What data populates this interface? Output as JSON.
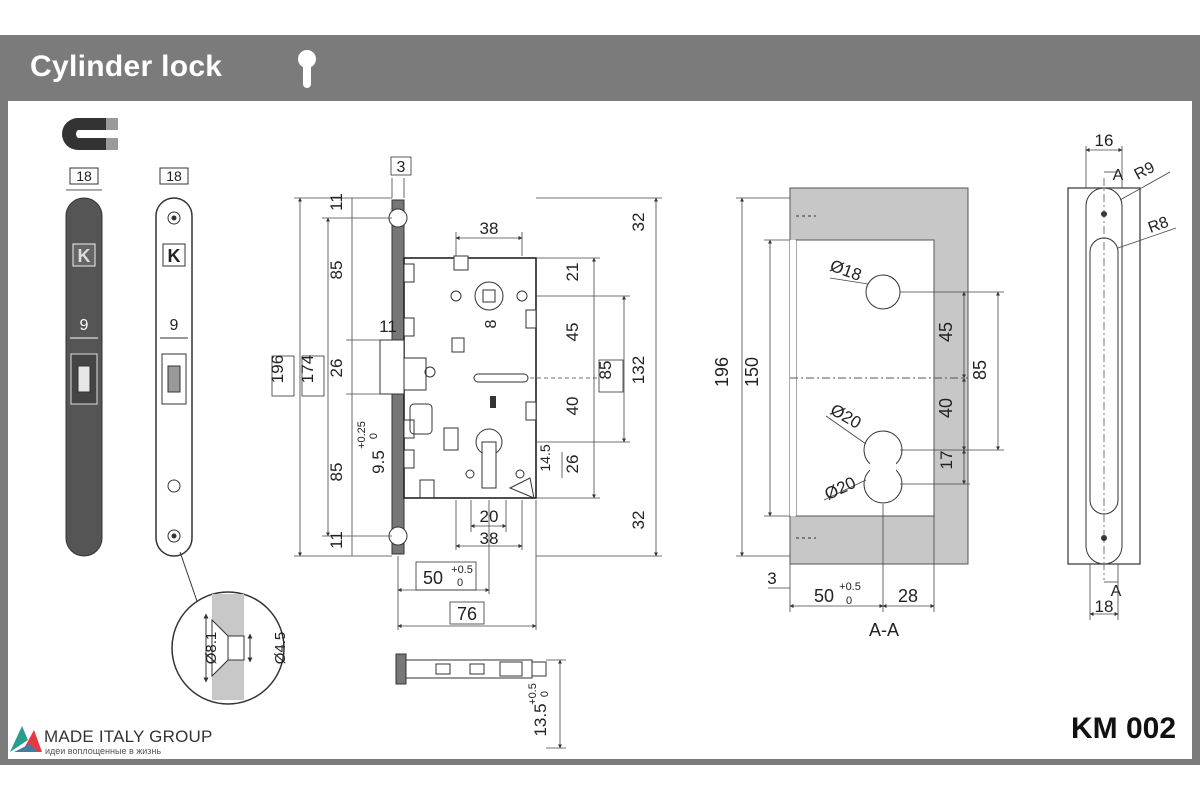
{
  "header": {
    "title": "Cylinder lock"
  },
  "footer": {
    "model": "KM 002",
    "brand": "MADE ITALY GROUP",
    "tagline": "идеи воплощенные в жизнь"
  },
  "dimensions": {
    "front_width_a": "18",
    "front_width_b": "18",
    "latch_width_a": "9",
    "latch_width_b": "9",
    "screw_hole_big": "Ø8.1",
    "screw_hole_small": "Ø4.5",
    "faceplate_thickness": "3",
    "square_hole_spacing": "38",
    "total_height_outer": "196",
    "total_height_inner": "174",
    "top_margin": "11",
    "upper_section": "85",
    "latch_height": "26",
    "lower_section": "85",
    "bottom_margin": "11",
    "latch_offset": "11",
    "square_size": "8",
    "right_top": "32",
    "right_21": "21",
    "right_45": "45",
    "right_85_boxed": "85",
    "right_132": "132",
    "right_40": "40",
    "right_26": "26",
    "right_14_5": "14.5",
    "right_bottom": "32",
    "cylinder_offset": "9.5",
    "cylinder_tol_plus": "+0.25",
    "cylinder_tol_zero": "0",
    "cyl_20": "20",
    "cyl_38": "38",
    "backset": "50",
    "backset_tol_plus": "+0.5",
    "backset_tol_zero": "0",
    "body_width": "76",
    "bolt_throw": "13.5",
    "bolt_tol_plus": "+0.5",
    "bolt_tol_zero": "0",
    "section_196": "196",
    "section_150": "150",
    "section_d18": "Ø18",
    "section_d20_a": "Ø20",
    "section_d20_b": "Ø20",
    "section_45": "45",
    "section_85": "85",
    "section_40": "40",
    "section_17": "17",
    "section_3": "3",
    "section_50": "50",
    "section_50_tol_plus": "+0.5",
    "section_50_tol_zero": "0",
    "section_28": "28",
    "section_label": "A-A",
    "strike_16": "16",
    "strike_r9": "R9",
    "strike_r8": "R8",
    "strike_a_top": "A",
    "strike_a_bottom": "A",
    "strike_18": "18",
    "brand_mark": "K"
  }
}
